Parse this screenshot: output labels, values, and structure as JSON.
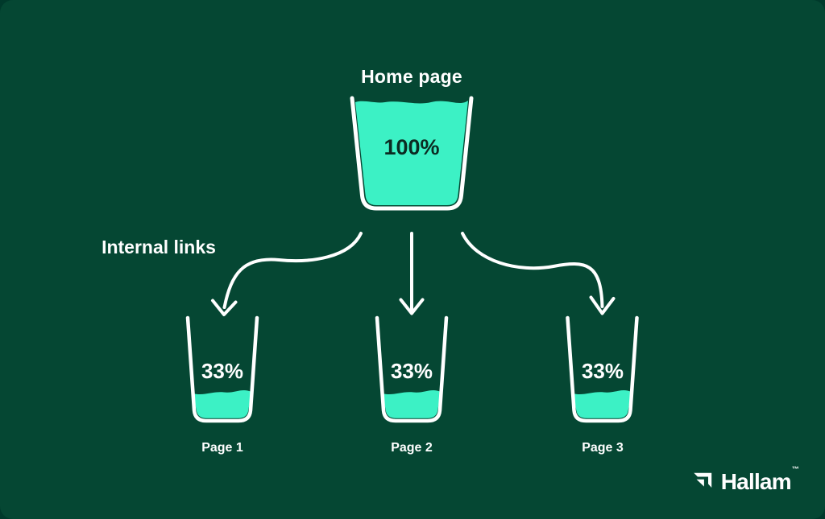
{
  "colors": {
    "background": "#054733",
    "outer_background": "#00392b",
    "liquid": "#3cf1c5",
    "outline": "#ffffff",
    "value_dark_text": "#0b2b22"
  },
  "diagram": {
    "home_page": {
      "label": "Home page",
      "value": "100%"
    },
    "internal_links_label": "Internal links",
    "pages": [
      {
        "label": "Page 1",
        "value": "33%"
      },
      {
        "label": "Page 2",
        "value": "33%"
      },
      {
        "label": "Page 3",
        "value": "33%"
      }
    ]
  },
  "branding": {
    "wordmark": "Hallam",
    "trademark": "™",
    "icon": "hallam-arrow-icon"
  }
}
